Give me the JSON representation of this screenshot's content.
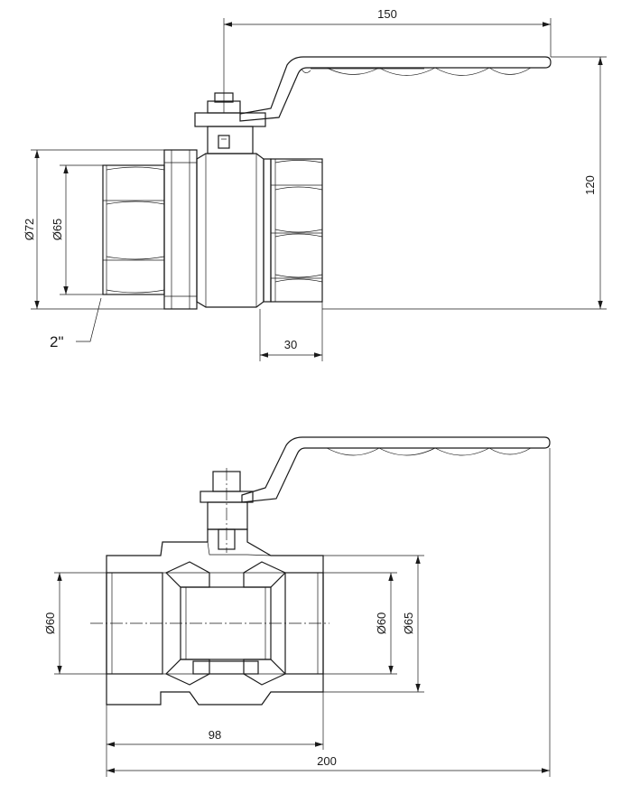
{
  "dimensions": {
    "handle_length": "150",
    "height": "120",
    "outer_diameter_top": "Ø72",
    "hex_diameter_top": "Ø65",
    "thread_size": "2\"",
    "hex_width": "30",
    "bore_left": "Ø60",
    "bore_right": "Ø60",
    "outer_right": "Ø65",
    "half_length": "98",
    "total_length": "200"
  }
}
